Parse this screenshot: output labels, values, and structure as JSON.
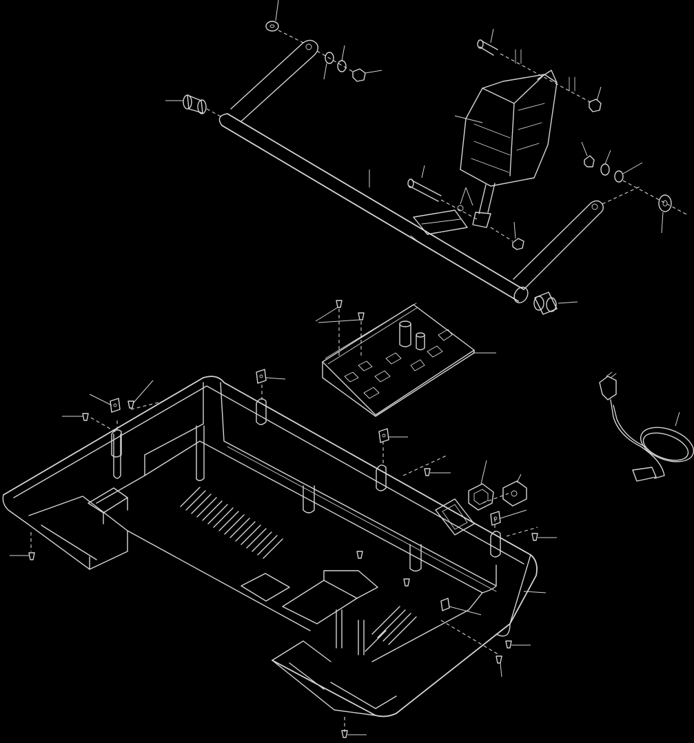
{
  "colors": {
    "background": "#000000",
    "ink": "#d6d6d6"
  },
  "parts": [
    {
      "name": "roller-assembly"
    },
    {
      "name": "lift-motor"
    },
    {
      "name": "motor-controller-board"
    },
    {
      "name": "base-frame"
    },
    {
      "name": "power-cord"
    },
    {
      "name": "power-switch"
    },
    {
      "name": "power-inlet"
    },
    {
      "name": "roller-cap"
    },
    {
      "name": "pivot-bolt"
    },
    {
      "name": "hex-nut"
    },
    {
      "name": "washer"
    },
    {
      "name": "wire-clip"
    },
    {
      "name": "mounting-screw"
    }
  ]
}
